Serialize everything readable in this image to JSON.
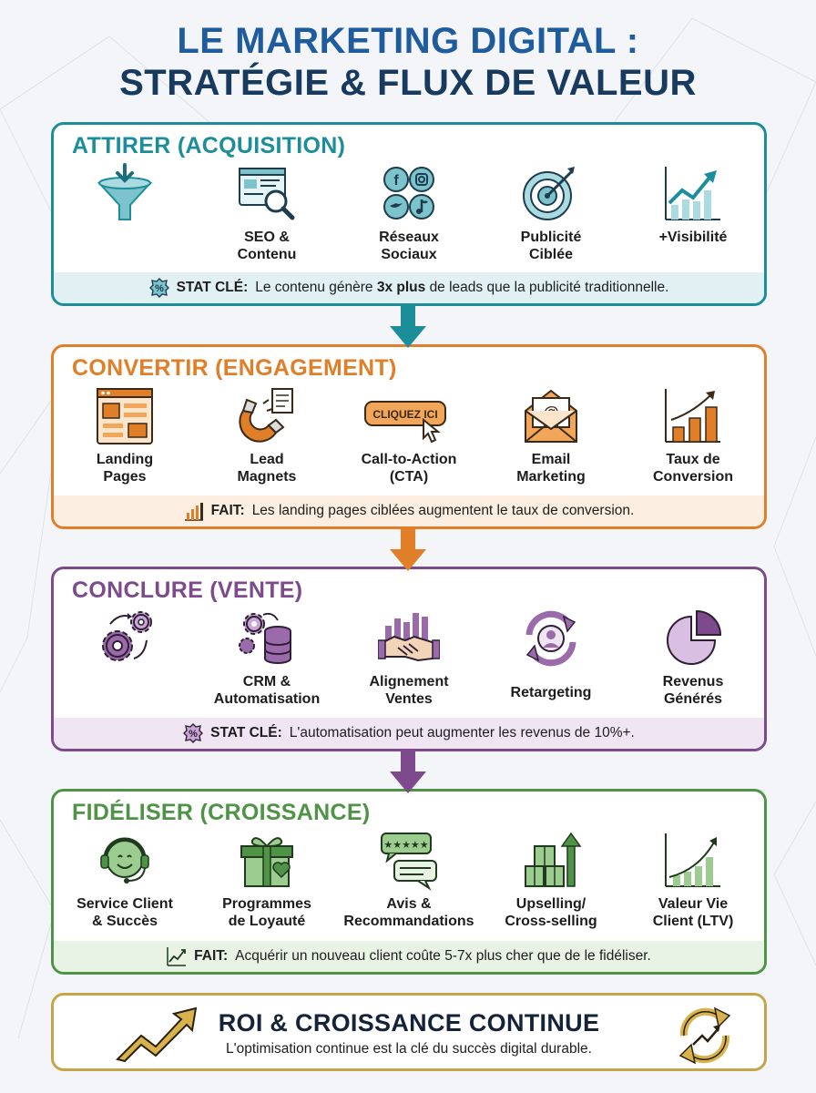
{
  "title": {
    "line1": "LE MARKETING DIGITAL :",
    "line2": "STRATÉGIE & FLUX DE VALEUR"
  },
  "sections": [
    {
      "title": "ATTIRER (ACQUISITION)",
      "color": "#1b8e9a",
      "tint": "#e1f1f3",
      "items": [
        {
          "icon": "funnel-icon",
          "line1": "",
          "line2": ""
        },
        {
          "icon": "seo-magnifier-icon",
          "line1": "SEO &",
          "line2": "Contenu"
        },
        {
          "icon": "social-networks-icon",
          "line1": "Réseaux",
          "line2": "Sociaux"
        },
        {
          "icon": "target-icon",
          "line1": "Publicité",
          "line2": "Ciblée"
        },
        {
          "icon": "growth-chart-icon",
          "line1": "+Visibilité",
          "line2": ""
        }
      ],
      "stat": {
        "icon": "percent-badge-icon",
        "prefix": "STAT CLÉ:",
        "before": "Le contenu génère",
        "bold": "3x plus",
        "after": "de leads que la publicité traditionnelle."
      }
    },
    {
      "title": "CONVERTIR (ENGAGEMENT)",
      "color": "#e07f28",
      "tint": "#fcefe1",
      "items": [
        {
          "icon": "landing-page-icon",
          "line1": "Landing",
          "line2": "Pages"
        },
        {
          "icon": "magnet-icon",
          "line1": "Lead",
          "line2": "Magnets"
        },
        {
          "icon": "cta-button-icon",
          "line1": "Call-to-Action",
          "line2": "(CTA)",
          "button_text": "CLIQUEZ ICI"
        },
        {
          "icon": "email-icon",
          "line1": "Email",
          "line2": "Marketing"
        },
        {
          "icon": "conversion-chart-icon",
          "line1": "Taux de",
          "line2": "Conversion"
        }
      ],
      "stat": {
        "icon": "bar-chart-icon",
        "prefix": "FAIT:",
        "before": "Les landing pages ciblées augmentent le taux de conversion.",
        "bold": "",
        "after": ""
      }
    },
    {
      "title": "CONCLURE (VENTE)",
      "color": "#7d4a8d",
      "tint": "#f0e6f3",
      "items": [
        {
          "icon": "gears-icon",
          "line1": "",
          "line2": ""
        },
        {
          "icon": "crm-database-icon",
          "line1": "CRM &",
          "line2": "Automatisation"
        },
        {
          "icon": "handshake-icon",
          "line1": "Alignement",
          "line2": "Ventes"
        },
        {
          "icon": "retargeting-icon",
          "line1": "Retargeting",
          "line2": ""
        },
        {
          "icon": "pie-chart-icon",
          "line1": "Revenus",
          "line2": "Générés"
        }
      ],
      "stat": {
        "icon": "percent-badge-icon",
        "prefix": "STAT CLÉ:",
        "before": "L'automatisation peut augmenter les revenus de 10%+.",
        "bold": "",
        "after": ""
      }
    },
    {
      "title": "FIDÉLISER (CROISSANCE)",
      "color": "#4f9446",
      "tint": "#e8f2e5",
      "items": [
        {
          "icon": "support-headset-icon",
          "line1": "Service Client",
          "line2": "& Succès"
        },
        {
          "icon": "gift-icon",
          "line1": "Programmes",
          "line2": "de Loyauté"
        },
        {
          "icon": "review-bubbles-icon",
          "line1": "Avis &",
          "line2": "Recommandations"
        },
        {
          "icon": "upsell-boxes-icon",
          "line1": "Upselling/",
          "line2": "Cross-selling"
        },
        {
          "icon": "ltv-chart-icon",
          "line1": "Valeur Vie",
          "line2": "Client (LTV)"
        }
      ],
      "stat": {
        "icon": "trend-line-icon",
        "prefix": "FAIT:",
        "before": "Acquérir un nouveau client coûte 5-7x plus cher que de le fidéliser.",
        "bold": "",
        "after": ""
      }
    }
  ],
  "roi": {
    "title": "ROI & CROISSANCE CONTINUE",
    "subtitle": "L'optimisation continue est la clé du succès digital durable.",
    "color": "#c7a44a"
  }
}
